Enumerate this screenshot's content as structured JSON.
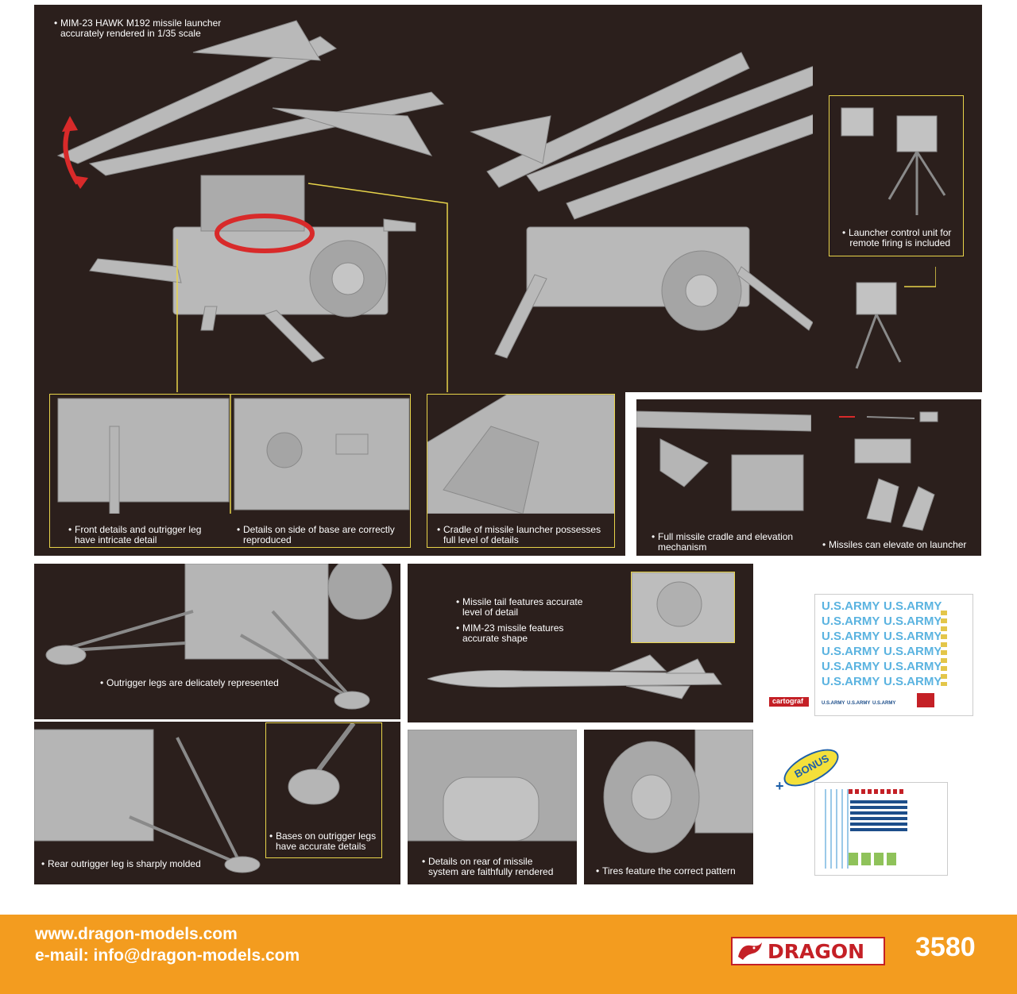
{
  "captions": {
    "main_title": "MIM-23 HAWK M192 missile launcher\naccurately rendered in 1/35 scale",
    "control_unit": "Launcher control unit for\nremote firing is included",
    "front_details": "Front details and outrigger leg\nhave intricate detail",
    "side_details": "Details on side of base are correctly\nreproduced",
    "cradle_details": "Cradle of missile launcher possesses\nfull level of details",
    "elevation": "Full missile cradle and elevation\nmechanism",
    "missiles_elevate": "Missiles can elevate on launcher",
    "outrigger_legs": "Outrigger legs are delicately represented",
    "tail_detail": "Missile tail features accurate\nlevel of detail",
    "missile_shape": "MIM-23 missile features\naccurate shape",
    "rear_outrigger": "Rear outrigger leg is sharply molded",
    "bases": "Bases on outrigger legs\nhave accurate details",
    "rear_system": "Details on rear of missile\nsystem are faithfully rendered",
    "tires": "Tires feature the correct pattern"
  },
  "decal": {
    "text": "U.S.ARMY",
    "small_text": "U.S.ARMY",
    "printer": "cartograf",
    "bonus": "BONUS"
  },
  "footer": {
    "website": "www.dragon-models.com",
    "email": "e-mail: info@dragon-models.com",
    "brand": "DRAGON",
    "item_number": "3580"
  },
  "colors": {
    "panel_bg": "#2b1f1c",
    "highlight": "#e8d44a",
    "footer": "#f39c1f",
    "brand_red": "#c42026",
    "decal_blue": "#5ab3e0",
    "model_gray": "#b9b9b9"
  }
}
